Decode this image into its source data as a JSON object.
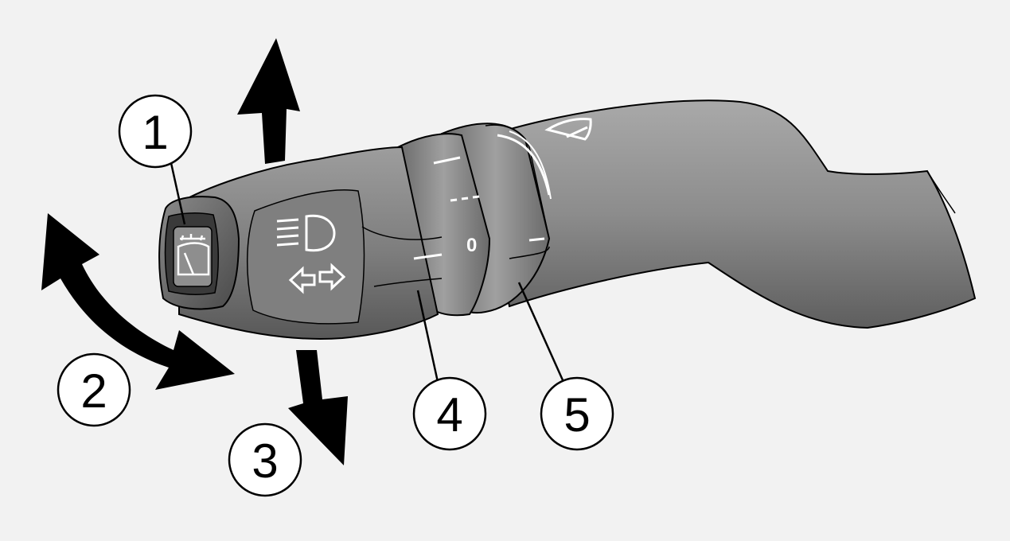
{
  "diagram": {
    "background_color": "#f2f2f2",
    "stalk_color": "#8a8a8a",
    "arrow_color": "#000000",
    "callouts": [
      {
        "id": "1",
        "label": "1"
      },
      {
        "id": "2",
        "label": "2"
      },
      {
        "id": "3",
        "label": "3"
      },
      {
        "id": "4",
        "label": "4"
      },
      {
        "id": "5",
        "label": "5"
      }
    ],
    "ring_marks": {
      "zero_label": "0"
    },
    "icons": [
      "rear-wiper-washer-icon",
      "headlight-icon",
      "turn-signal-arrows-icon",
      "wiper-icon"
    ]
  }
}
